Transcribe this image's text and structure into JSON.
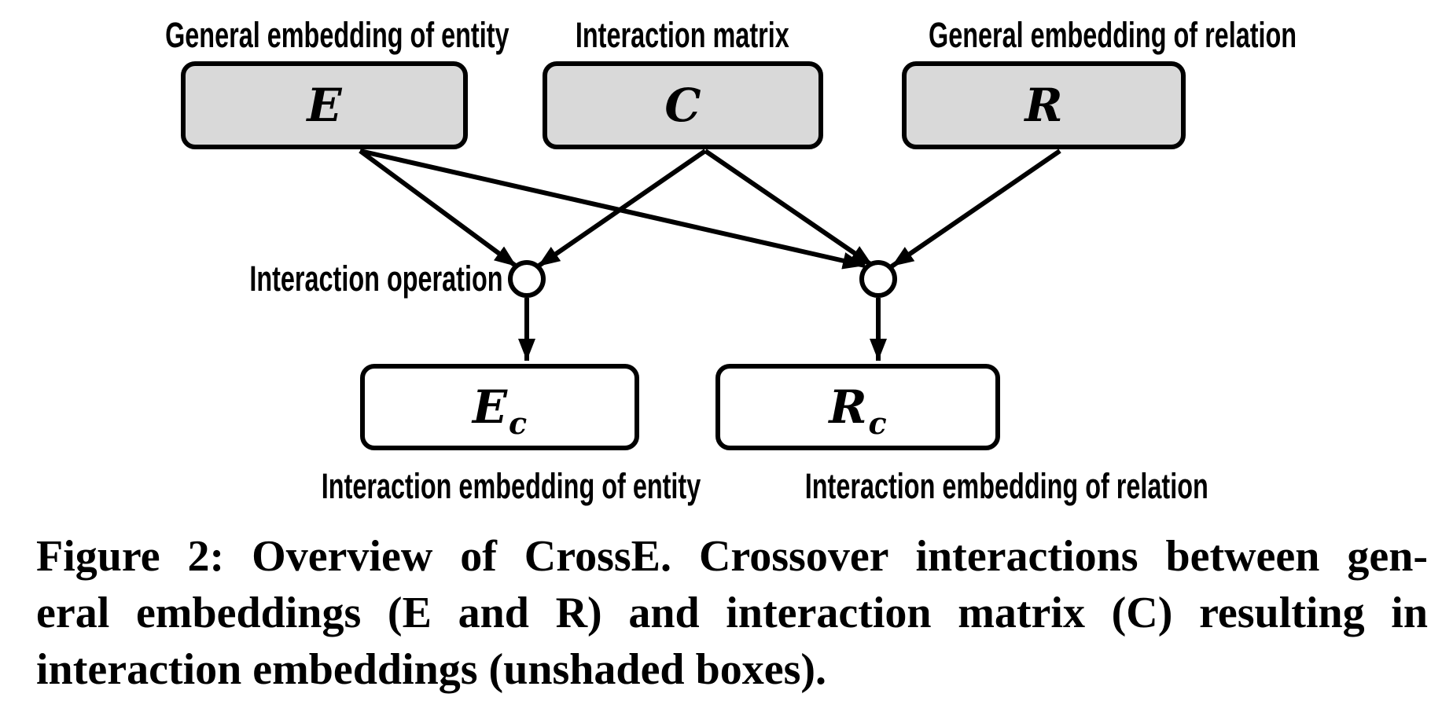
{
  "diagram": {
    "top_labels": {
      "entity": "General embedding of entity",
      "matrix": "Interaction matrix",
      "relation": "General embedding of relation"
    },
    "boxes": {
      "general_entity": "E",
      "interaction_matrix": "C",
      "general_relation": "R",
      "interaction_entity": {
        "main": "E",
        "sub": "c"
      },
      "interaction_relation": {
        "main": "R",
        "sub": "c"
      }
    },
    "operation_label": "Interaction operation",
    "bottom_labels": {
      "entity": "Interaction embedding of entity",
      "relation": "Interaction embedding of relation"
    }
  },
  "caption": {
    "lines": [
      "Figure 2: Overview of CrossE. Crossover interactions between gen-",
      "eral embeddings (E and R) and interaction matrix (C) resulting in",
      "interaction embeddings (unshaded boxes)."
    ]
  },
  "colors": {
    "shaded_box_fill": "#d9d9d9",
    "unshaded_box_fill": "#ffffff",
    "stroke": "#000000",
    "background": "#ffffff"
  }
}
